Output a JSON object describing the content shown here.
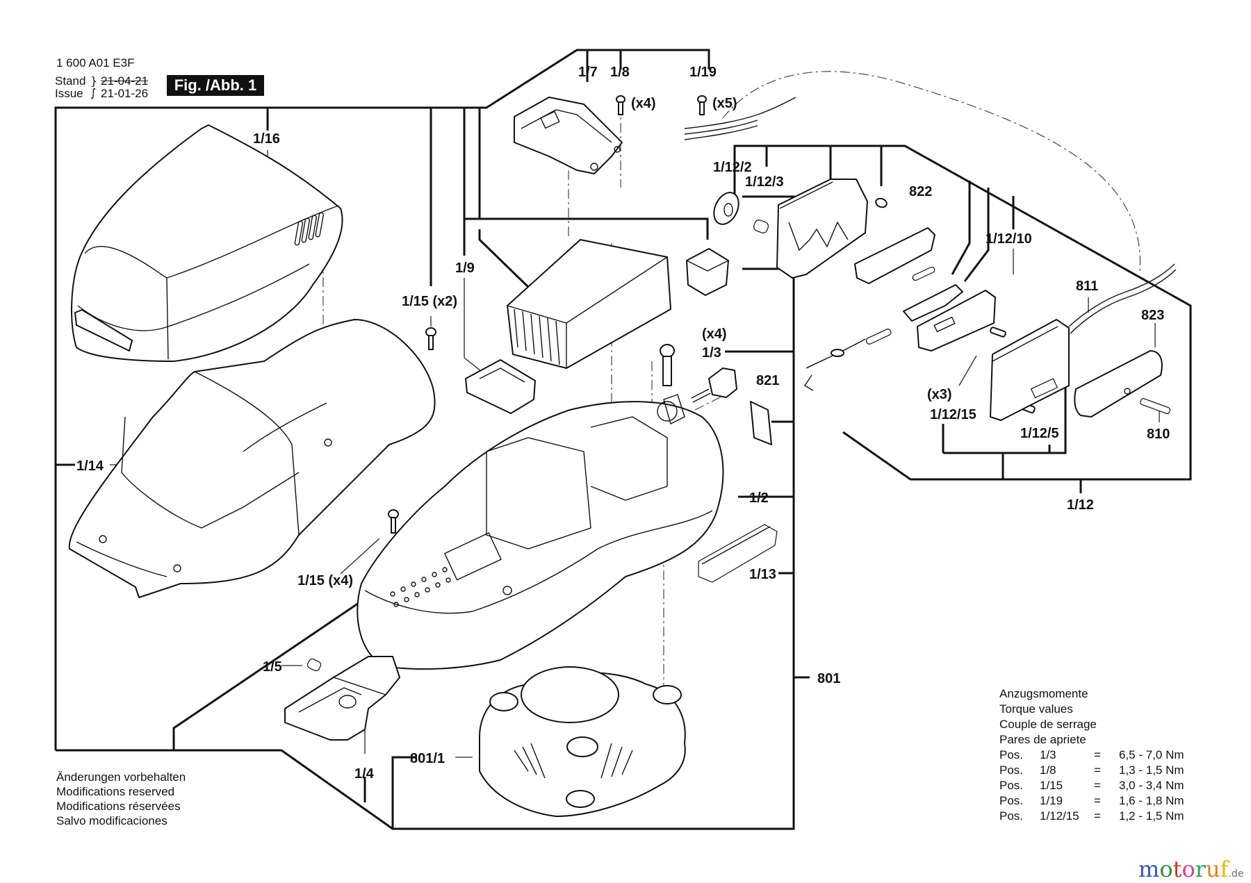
{
  "header": {
    "doc_number": "1 600 A01 E3F",
    "stand_label": "Stand",
    "issue_label": "Issue",
    "stand_date_struck": "21-04-21",
    "issue_date": "21-01-26",
    "figure_label": "Fig. /Abb. 1"
  },
  "part_labels": {
    "p1_16": "1/16",
    "p1_7": "1/7",
    "p1_8": "1/8",
    "p1_8_qty": "(x4)",
    "p1_19": "1/19",
    "p1_19_qty": "(x5)",
    "p1_9": "1/9",
    "p1_15_top": "1/15 (x2)",
    "p1_15_bottom": "1/15 (x4)",
    "p1_14": "1/14",
    "p1_3_qty": "(x4)",
    "p1_3": "1/3",
    "p821": "821",
    "p1_2": "1/2",
    "p1_13": "1/13",
    "p801": "801",
    "p801_1": "801/1",
    "p1_5": "1/5",
    "p1_4": "1/4",
    "p1_12_2": "1/12/2",
    "p1_12_3": "1/12/3",
    "p822": "822",
    "p1_12_10": "1/12/10",
    "p811": "811",
    "p823": "823",
    "p1_12_15_qty": "(x3)",
    "p1_12_15": "1/12/15",
    "p1_12_5": "1/12/5",
    "p810": "810",
    "p1_12": "1/12"
  },
  "torque": {
    "title_lines": [
      "Anzugsmomente",
      "Torque values",
      "Couple de serrage",
      "Pares de apriete"
    ],
    "rows": [
      {
        "prefix": "Pos.",
        "pos": "1/3",
        "eq": "=",
        "value": "6,5 - 7,0 Nm"
      },
      {
        "prefix": "Pos.",
        "pos": "1/8",
        "eq": "=",
        "value": "1,3 - 1,5 Nm"
      },
      {
        "prefix": "Pos.",
        "pos": "1/15",
        "eq": "=",
        "value": "3,0 - 3,4 Nm"
      },
      {
        "prefix": "Pos.",
        "pos": "1/19",
        "eq": "=",
        "value": "1,6 - 1,8 Nm"
      },
      {
        "prefix": "Pos.",
        "pos": "1/12/15",
        "eq": "=",
        "value": "1,2 - 1,5 Nm"
      }
    ]
  },
  "footer": {
    "lines": [
      "Änderungen vorbehalten",
      "Modifications reserved",
      "Modifications réservées",
      "Salvo modificaciones"
    ]
  },
  "watermark": {
    "letters": [
      "m",
      "o",
      "t",
      "o",
      "r",
      "u",
      "f"
    ],
    "colors": [
      "#3a57a8",
      "#3a8a3a",
      "#c0392b",
      "#d4408f",
      "#2f9e5f",
      "#e67e22",
      "#e6b800"
    ],
    "tld": ".de"
  }
}
